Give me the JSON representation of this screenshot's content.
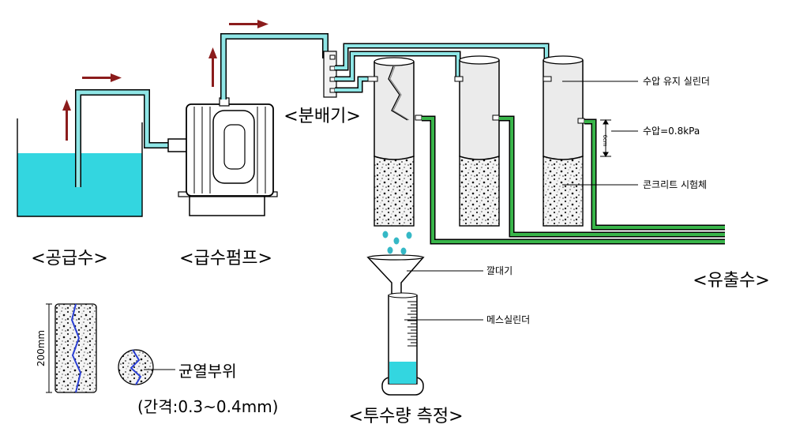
{
  "labels": {
    "supply_water": "<공급수>",
    "supply_pump": "<급수펌프>",
    "distributor": "<분배기>",
    "outflow": "<유출수>",
    "permeability": "<투수량 측정>",
    "crack": "균열부위",
    "crack_gap": "(간격:0.3~0.4mm)",
    "height": "200mm",
    "cyl_scale": "6cm"
  },
  "annotations": {
    "cylinder": "수압 유지 실린더",
    "pressure": "수압=0.8kPa",
    "specimen": "콘크리트 시험체",
    "funnel": "깔대기",
    "mess_cylinder": "메스실린더"
  },
  "colors": {
    "water": "#33d6e0",
    "pipe_fill": "#8fe6e6",
    "green_pipe": "#39b54a",
    "arrow": "#8b1c1c",
    "crack_line": "#2a3fd4",
    "cylinder_fill": "#ebebeb"
  }
}
